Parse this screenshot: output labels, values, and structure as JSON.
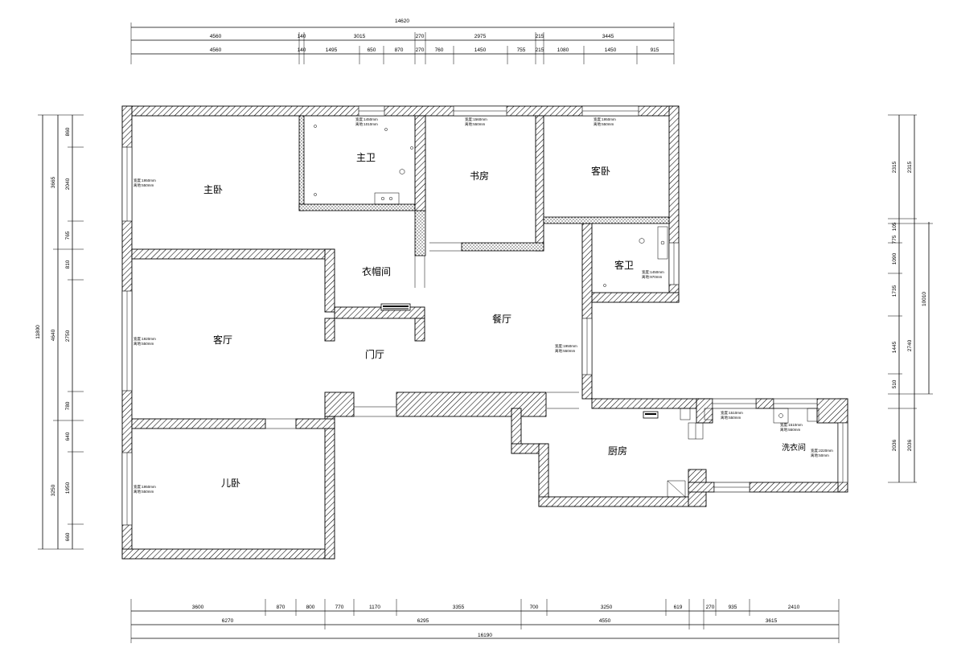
{
  "rooms": {
    "master_bedroom": "主卧",
    "master_bath": "主卫",
    "study": "书房",
    "guest_bedroom": "客卧",
    "cloakroom": "衣帽间",
    "guest_bath": "客卫",
    "dining": "餐厅",
    "living": "客厅",
    "foyer": "门厅",
    "kids_bedroom": "儿卧",
    "kitchen": "厨房",
    "laundry": "洗衣间"
  },
  "dims_top": {
    "total": "14620",
    "row1": [
      "4560",
      "140",
      "3015",
      "270",
      "2975",
      "215",
      "3445"
    ],
    "row2": [
      "4560",
      "140",
      "1495",
      "650",
      "870",
      "270",
      "760",
      "1450",
      "755",
      "215",
      "1080",
      "1450",
      "915"
    ]
  },
  "dims_left": {
    "total": "11800",
    "outer": [
      "3665",
      "4640",
      "3250"
    ],
    "inner": [
      "860",
      "2040",
      "765",
      "810",
      "2750",
      "780",
      "640",
      "1950",
      "660"
    ]
  },
  "dims_right": {
    "total": "10010",
    "outer": [
      "2315",
      "2740",
      "2036"
    ],
    "inner": [
      "2315",
      "105",
      "775",
      "1090",
      "1735",
      "1445",
      "510",
      "2036"
    ]
  },
  "dims_bottom": {
    "total": "16190",
    "row1": [
      "3600",
      "870",
      "800",
      "770",
      "1170",
      "3355",
      "700",
      "3250",
      "619",
      "270",
      "935",
      "2410"
    ],
    "row2": [
      "6270",
      "6295",
      "4550",
      "3615"
    ]
  },
  "window_notes": {
    "a_w": "宽度:1950mm",
    "a_h": "离地:550mm",
    "b_w": "宽度:1450mm",
    "b_h": "离地:1010mm",
    "c_w": "宽度:1560mm",
    "c_h": "离地:550mm",
    "d_w": "宽度:1950mm",
    "d_h": "离地:550mm",
    "e_w": "宽度:1920mm",
    "e_h": "离地:550mm",
    "f_w": "宽度:1450mm",
    "f_h": "离地:970mm",
    "g_w": "宽度:1950mm",
    "g_h": "离地:550mm",
    "h_w": "宽度:1950mm",
    "h_h": "离地:550mm",
    "i_w": "宽度:1510mm",
    "i_h": "离地:550mm",
    "j_w": "宽度:1510mm",
    "j_h": "离地:550mm",
    "k_w": "宽度:2220mm",
    "k_h": "离地:50mm"
  },
  "colors": {
    "line": "#000000",
    "background": "#ffffff"
  }
}
